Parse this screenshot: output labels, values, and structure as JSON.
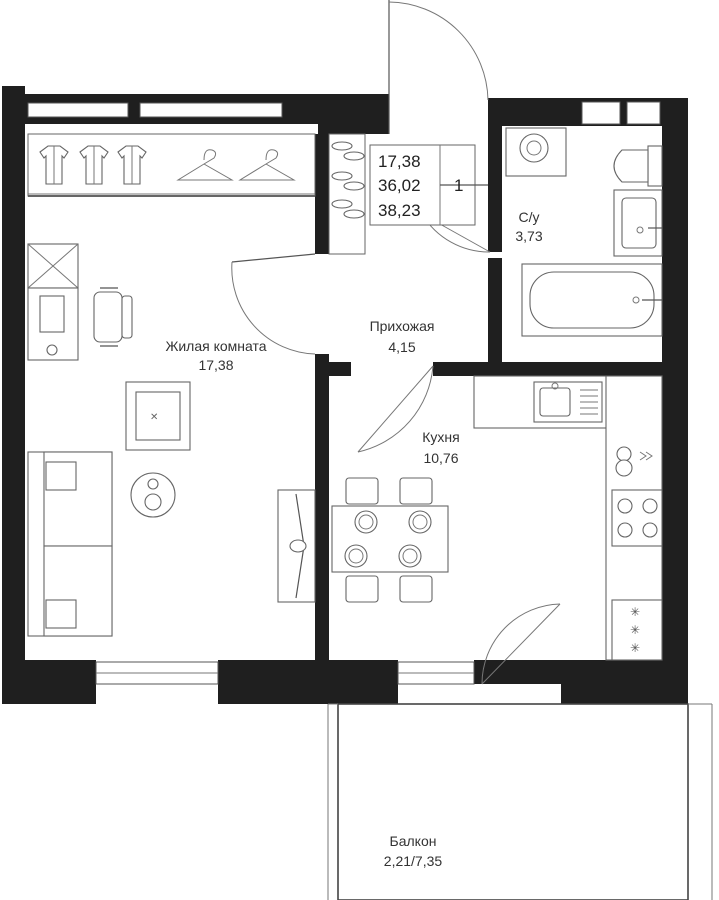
{
  "rooms": {
    "living": {
      "name": "Жилая комната",
      "area": "17,38"
    },
    "hall": {
      "name": "Прихожая",
      "area": "4,15"
    },
    "bath": {
      "name": "С/у",
      "area": "3,73"
    },
    "kitchen": {
      "name": "Кухня",
      "area": "10,76"
    },
    "balcony": {
      "name": "Балкон",
      "area": "2,21/7,35"
    }
  },
  "summary": {
    "living_area": "17,38",
    "total_area": "36,02",
    "total_with_balcony": "38,23",
    "room_count": "1"
  },
  "icons": [
    "shirt-icon",
    "hanger-icon",
    "shoes-icon",
    "washing-machine-icon",
    "toilet-icon",
    "sink-icon",
    "bathtub-icon",
    "hob-icon",
    "plate-icon",
    "chair-icon",
    "sofa-icon",
    "armchair-icon",
    "desk-icon"
  ]
}
